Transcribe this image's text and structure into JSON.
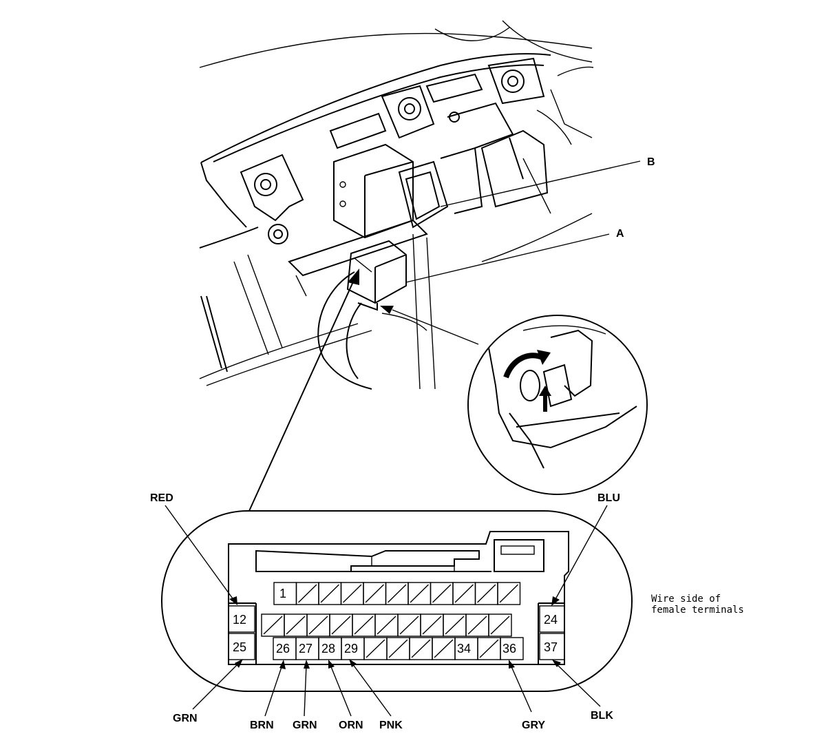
{
  "callouts": {
    "part_a": "A",
    "part_b": "B"
  },
  "note": {
    "line1": "Wire side of",
    "line2": "female terminals"
  },
  "wires": {
    "red": "RED",
    "blu": "BLU",
    "grn_25": "GRN",
    "brn": "BRN",
    "grn_27": "GRN",
    "orn": "ORN",
    "pnk": "PNK",
    "gry": "GRY",
    "blk": "BLK"
  },
  "pins": {
    "p1": "1",
    "p12": "12",
    "p24": "24",
    "p25": "25",
    "p26": "26",
    "p27": "27",
    "p28": "28",
    "p29": "29",
    "p34": "34",
    "p36": "36",
    "p37": "37"
  }
}
